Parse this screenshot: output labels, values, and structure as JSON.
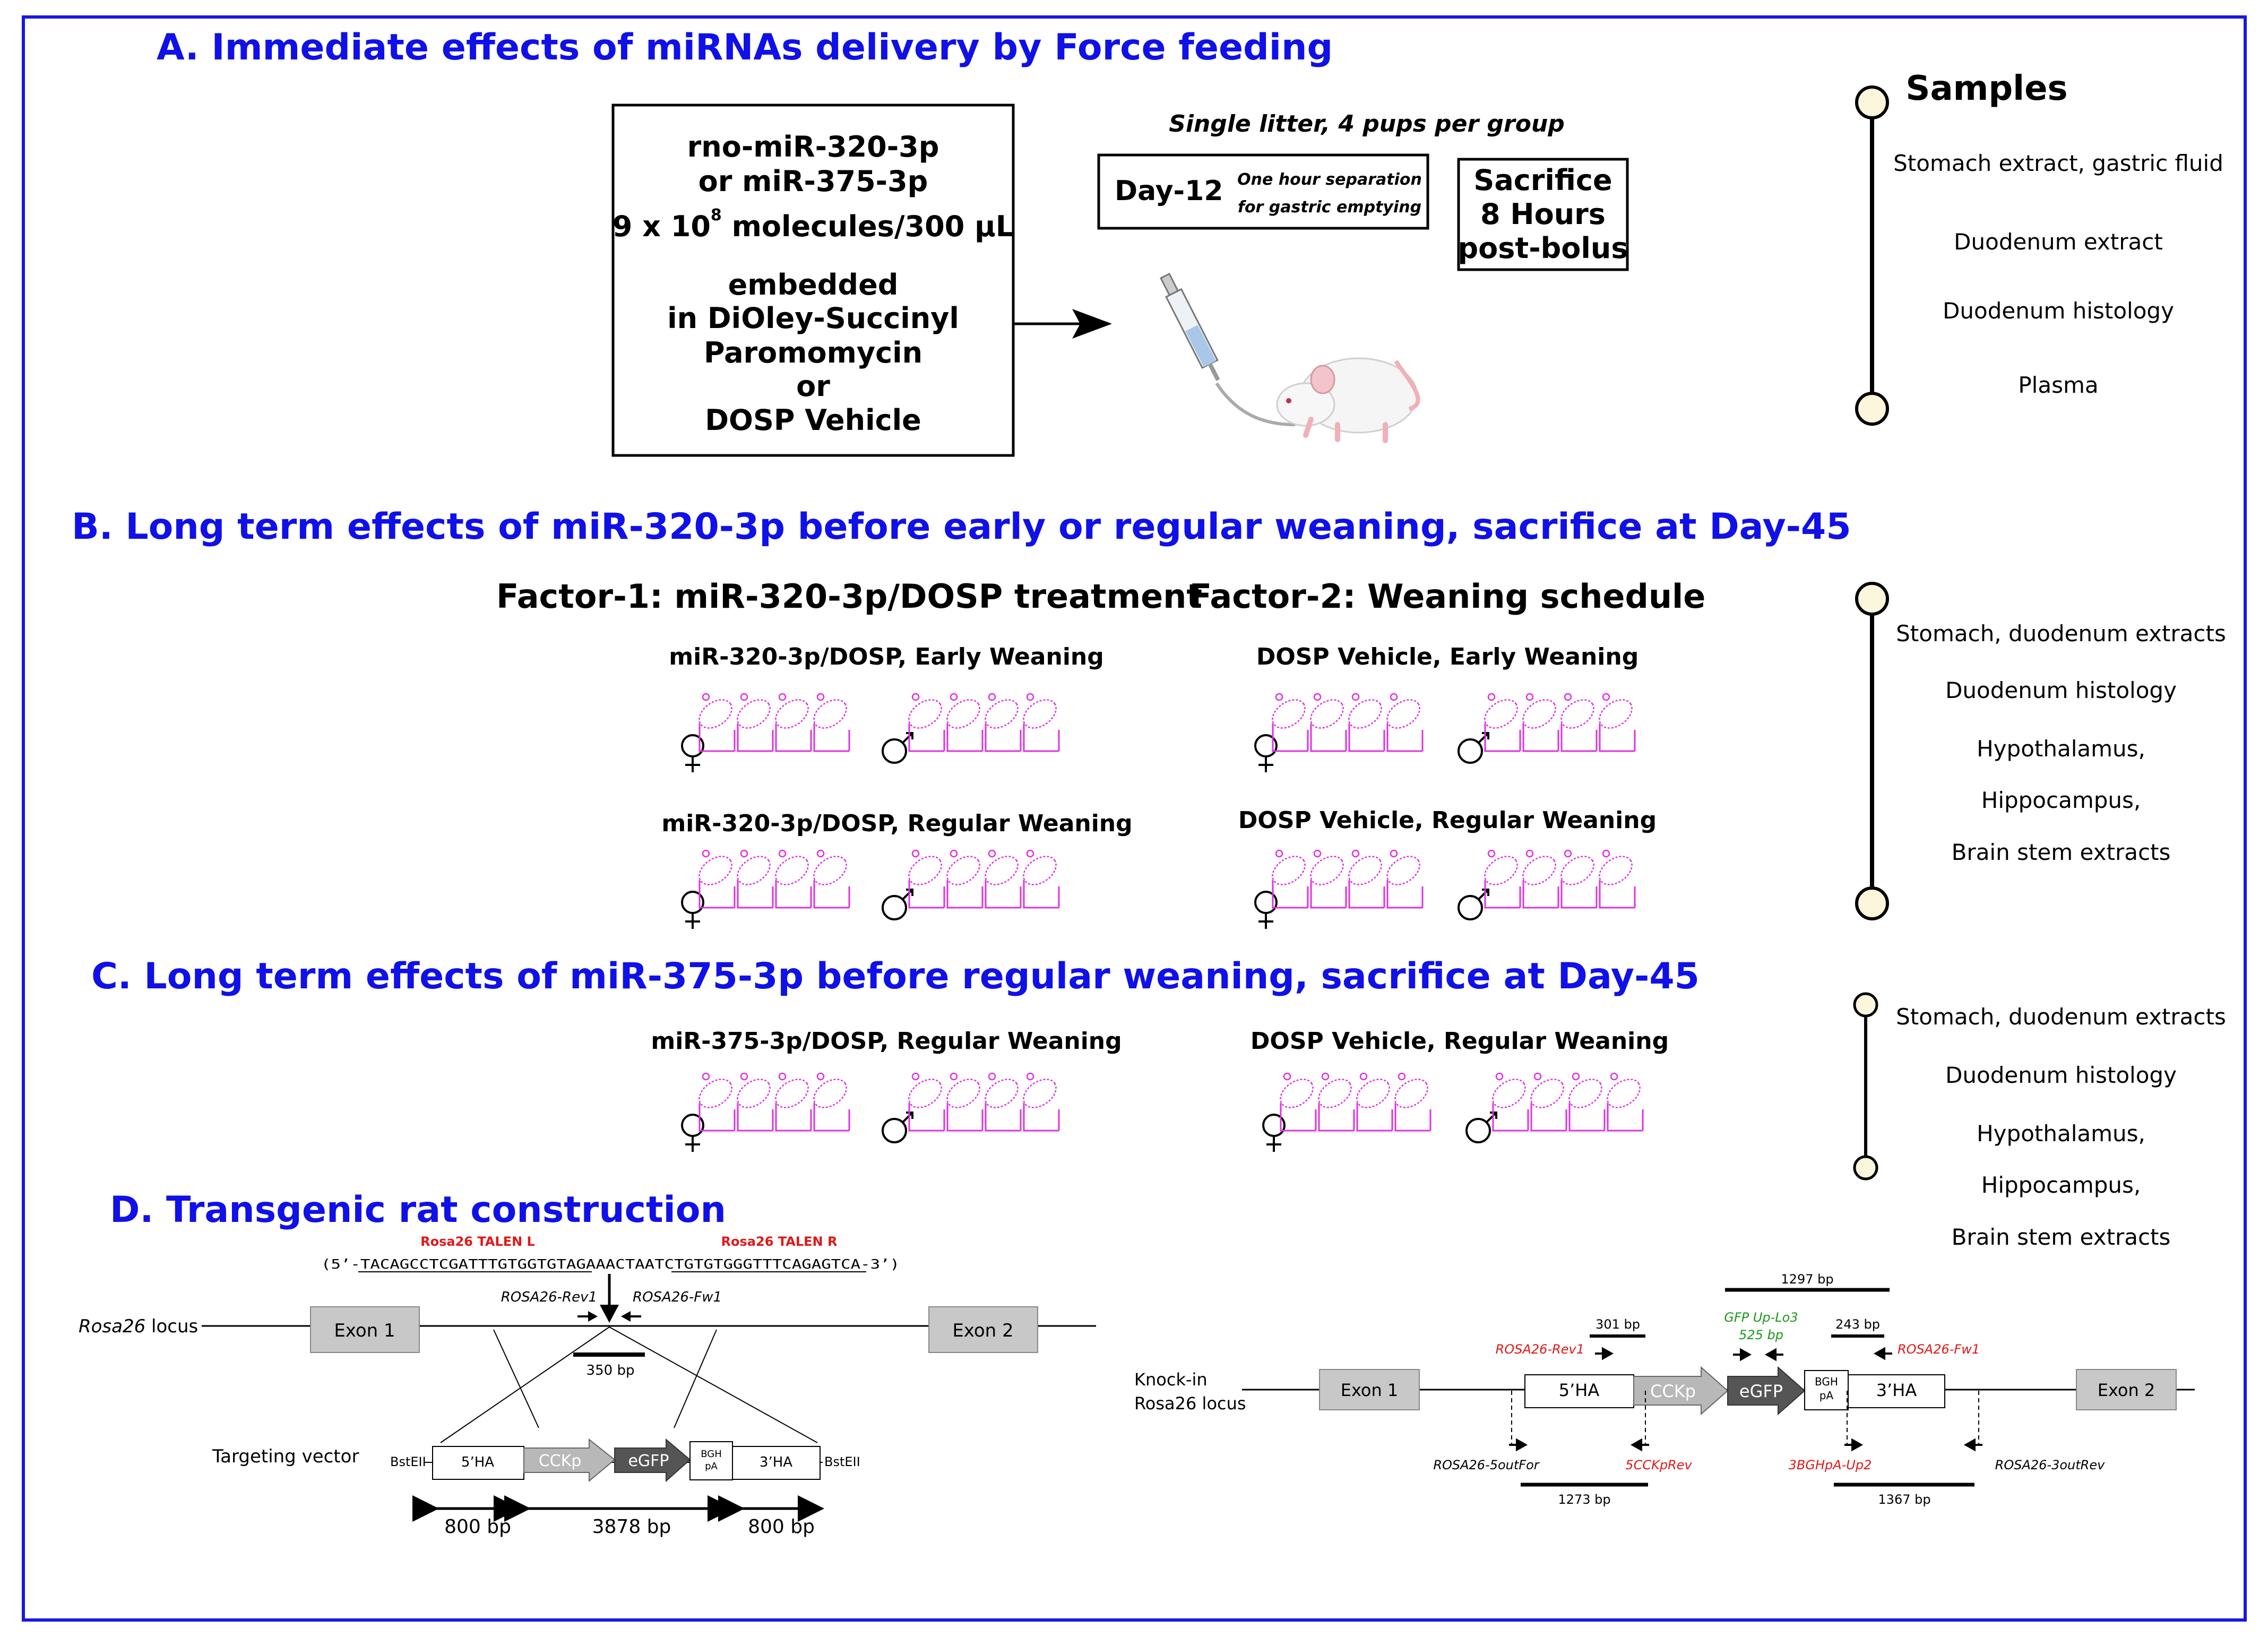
{
  "sections": {
    "a": {
      "title": "A. Immediate effects of miRNAs delivery by Force feeding",
      "treatment_lines": [
        "rno-miR-320-3p",
        "or miR-375-3p",
        "9 x 10",
        "8",
        " molecules/300 µL",
        "embedded",
        "in DiOley-Succinyl",
        "Paromomycin",
        "or",
        "DOSP Vehicle"
      ],
      "litter_note": "Single litter, 4 pups per group",
      "day_label": "Day-12",
      "separation_note": [
        "One hour separation",
        "for gastric emptying"
      ],
      "sacrifice_lines": [
        "Sacrifice",
        "8 Hours",
        "post-bolus"
      ],
      "samples_title": "Samples",
      "samples": [
        "Stomach extract, gastric fluid",
        "Duodenum extract",
        "Duodenum histology",
        "Plasma"
      ]
    },
    "b": {
      "title": "B. Long term effects of miR-320-3p before early or regular weaning, sacrifice at Day-45",
      "factor1": "Factor-1: miR-320-3p/DOSP treatment",
      "factor2": "Factor-2: Weaning schedule",
      "groups": [
        "miR-320-3p/DOSP, Early Weaning",
        "DOSP Vehicle, Early Weaning",
        "miR-320-3p/DOSP, Regular Weaning",
        "DOSP Vehicle, Regular Weaning"
      ],
      "samples": [
        "Stomach, duodenum extracts",
        "Duodenum histology",
        "Hypothalamus,",
        "Hippocampus,",
        "Brain stem extracts"
      ]
    },
    "c": {
      "title": "C. Long term effects of miR-375-3p before regular weaning, sacrifice at Day-45",
      "groups": [
        "miR-375-3p/DOSP, Regular Weaning",
        "DOSP Vehicle, Regular Weaning"
      ],
      "samples": [
        "Stomach, duodenum extracts",
        "Duodenum histology",
        "Hypothalamus,",
        "Hippocampus,",
        "Brain stem extracts"
      ]
    },
    "d": {
      "title": "D. Transgenic rat construction",
      "talen_l": "Rosa26 TALEN L",
      "talen_r": "Rosa26 TALEN R",
      "sequence": "(5’-TACAGCCTCGATTTGTGGTGTAGAAACTAATCTGTGTGGGTTTCAGAGTCA-3’)",
      "locus_italic": "Rosa26",
      "locus_suffix": " locus",
      "exon1": "Exon 1",
      "exon2": "Exon 2",
      "rev1": "ROSA26-Rev1",
      "fw1": "ROSA26-Fw1",
      "amp350": "350 bp",
      "targeting_vector": "Targeting vector",
      "bstell": "BstEII",
      "ha5": "5’HA",
      "cckp": "CCKp",
      "egfp": "eGFP",
      "bgh": [
        "BGH",
        "pA"
      ],
      "ha3": "3’HA",
      "len_800a": "800 bp",
      "len_3878": "3878 bp",
      "len_800b": "800 bp",
      "knockin": "Knock-in",
      "ki_locus": "Rosa26 locus",
      "ki_1297": "1297 bp",
      "ki_301": "301 bp",
      "ki_gfp_up": "GFP Up-Lo3",
      "ki_525": "525 bp",
      "ki_243": "243 bp",
      "ki_rev1": "ROSA26-Rev1",
      "ki_fw1": "ROSA26-Fw1",
      "ki_bgh": [
        "BGH",
        "pA"
      ],
      "ki_5outfor": "ROSA26-5outFor",
      "ki_cckprev": "5CCKpRev",
      "ki_bghpa": "3BGHpA-Up2",
      "ki_3outrev": "ROSA26-3outRev",
      "ki_1273": "1273 bp",
      "ki_1367": "1367 bp"
    }
  },
  "colors": {
    "title_blue": "#1010e8",
    "border_blue": "#1818e0",
    "rat_magenta": "#e030e0",
    "primer_red": "#e01818",
    "primer_green": "#1a9a1a",
    "sample_node_fill": "#fbf6dc"
  },
  "icons": [
    "female-symbol-icon",
    "male-symbol-icon",
    "syringe-icon",
    "rat-pup-icon",
    "arrow-right-icon"
  ]
}
